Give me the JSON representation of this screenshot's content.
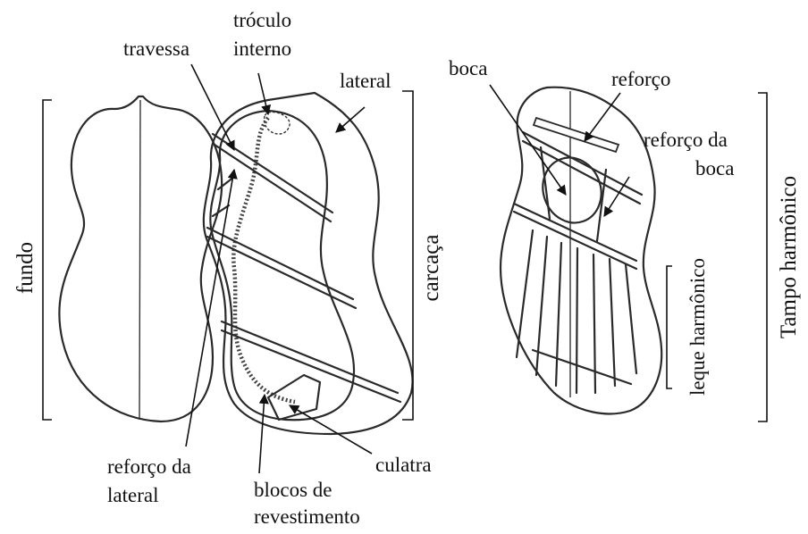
{
  "labels": {
    "troculo_line1": "tróculo",
    "troculo_line2": "interno",
    "travessa": "travessa",
    "lateral": "lateral",
    "fundo": "fundo",
    "carcaca": "carcaça",
    "reforco_lateral_line1": "reforço da",
    "reforco_lateral_line2": "lateral",
    "blocos_line1": "blocos de",
    "blocos_line2": "revestimento",
    "culatra": "culatra",
    "boca": "boca",
    "reforco": "reforço",
    "reforco_boca_line1": "reforço da",
    "reforco_boca_line2": "boca",
    "leque": "leque harmônico",
    "tampo": "Tampo harmônico"
  }
}
